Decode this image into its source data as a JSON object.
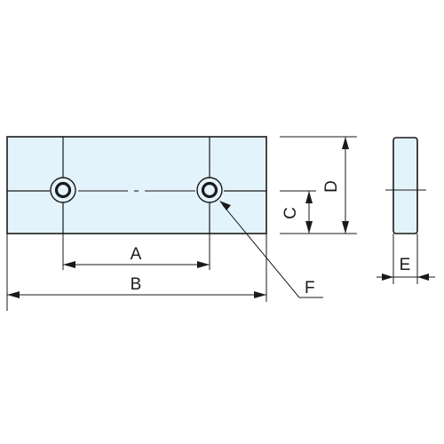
{
  "labels": {
    "a": "A",
    "b": "B",
    "c": "C",
    "d": "D",
    "e": "E",
    "f": "F"
  },
  "colors": {
    "fill": "#e3f3fb",
    "line": "#1a1a1a"
  }
}
